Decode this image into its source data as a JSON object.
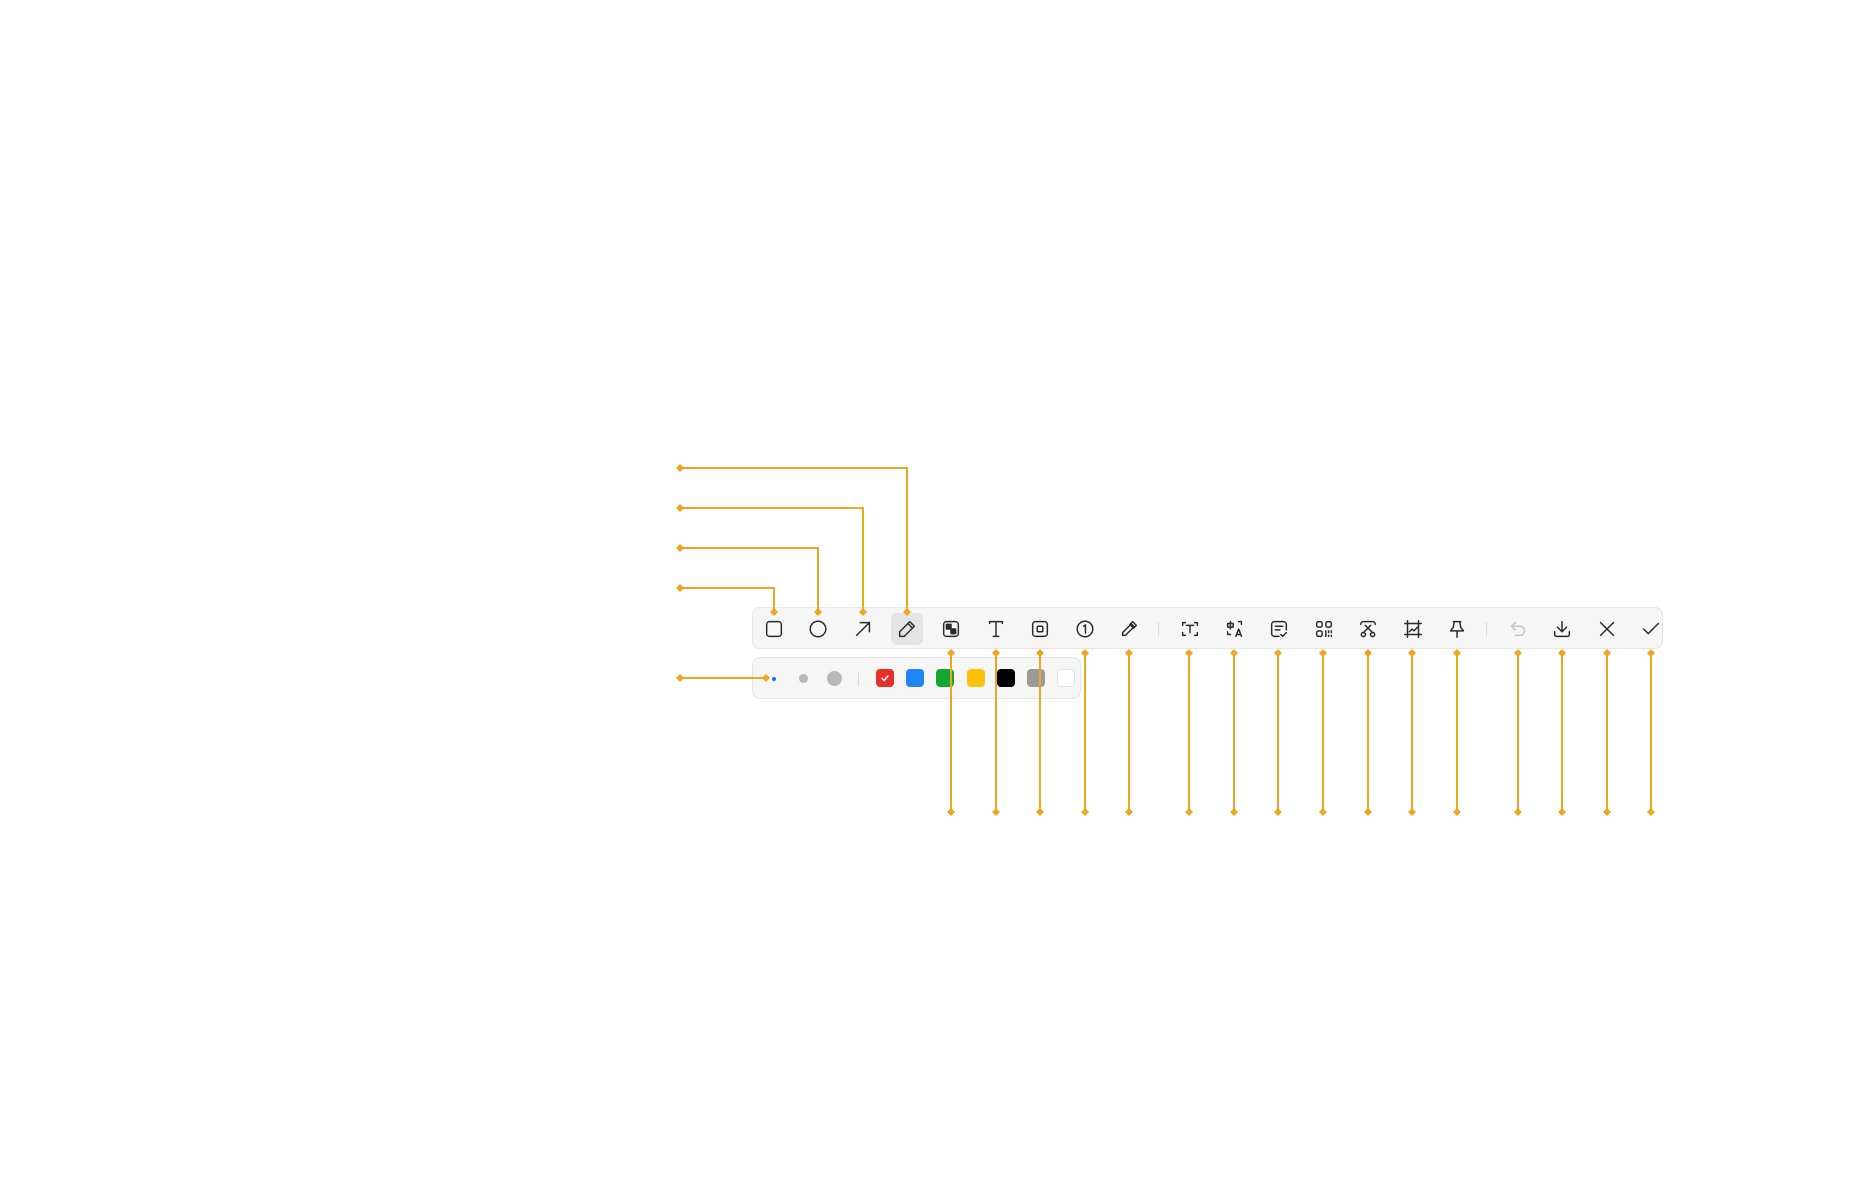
{
  "toolbar": {
    "tools": [
      {
        "name": "rectangle",
        "icon": "rectangle-icon",
        "state": "normal"
      },
      {
        "name": "ellipse",
        "icon": "ellipse-icon",
        "state": "normal"
      },
      {
        "name": "arrow",
        "icon": "arrow-icon",
        "state": "normal"
      },
      {
        "name": "pen",
        "icon": "pen-icon",
        "state": "active"
      },
      {
        "name": "mosaic",
        "icon": "mosaic-icon",
        "state": "normal"
      },
      {
        "name": "text",
        "icon": "text-icon",
        "state": "normal"
      },
      {
        "name": "highlight-box",
        "icon": "highlight-box-icon",
        "state": "normal"
      },
      {
        "name": "number-marker",
        "icon": "number-marker-icon",
        "state": "normal"
      },
      {
        "name": "color-picker",
        "icon": "eyedropper-icon",
        "state": "normal"
      },
      {
        "name": "ocr-text",
        "icon": "ocr-text-icon",
        "state": "normal"
      },
      {
        "name": "translate",
        "icon": "translate-icon",
        "state": "normal"
      },
      {
        "name": "summary",
        "icon": "summary-icon",
        "state": "normal"
      },
      {
        "name": "qr-code",
        "icon": "qr-code-icon",
        "state": "normal"
      },
      {
        "name": "cutout",
        "icon": "scissors-icon",
        "state": "normal"
      },
      {
        "name": "long-screenshot",
        "icon": "crop-frame-icon",
        "state": "normal"
      },
      {
        "name": "pin",
        "icon": "pin-icon",
        "state": "normal"
      },
      {
        "name": "undo",
        "icon": "undo-icon",
        "state": "disabled"
      },
      {
        "name": "download",
        "icon": "download-icon",
        "state": "normal"
      },
      {
        "name": "cancel",
        "icon": "close-icon",
        "state": "normal"
      },
      {
        "name": "confirm",
        "icon": "check-icon",
        "state": "normal"
      }
    ]
  },
  "colorbar": {
    "sizes": [
      "small",
      "medium",
      "large"
    ],
    "selected_size": "small",
    "colors": [
      {
        "name": "red",
        "hex": "#e8302a",
        "selected": true
      },
      {
        "name": "blue",
        "hex": "#1f84f5",
        "selected": false
      },
      {
        "name": "green",
        "hex": "#12a632",
        "selected": false
      },
      {
        "name": "yellow",
        "hex": "#fcc10d",
        "selected": false
      },
      {
        "name": "black",
        "hex": "#000000",
        "selected": false
      },
      {
        "name": "gray",
        "hex": "#9a9a9a",
        "selected": false
      },
      {
        "name": "white",
        "hex": "#ffffff",
        "selected": false
      }
    ]
  },
  "accent": {
    "annotation_line": "#eea621",
    "size_selected": "#1f6fe8",
    "size_unselected": "#b8b8b8"
  }
}
